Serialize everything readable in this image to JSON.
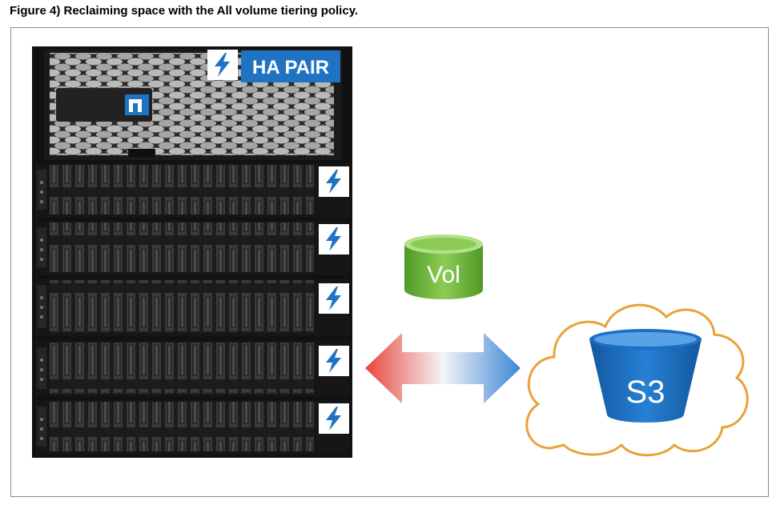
{
  "caption": "Figure 4) Reclaiming space with the All volume tiering policy.",
  "controller": {
    "label": "HA PAIR"
  },
  "shelves": [
    {
      "id": "shelf-1"
    },
    {
      "id": "shelf-2"
    },
    {
      "id": "shelf-3"
    },
    {
      "id": "shelf-4"
    },
    {
      "id": "shelf-5"
    }
  ],
  "volume": {
    "label": "Vol"
  },
  "bucket": {
    "label": "S3"
  },
  "colors": {
    "flash_blue": "#1f73c2",
    "vol_green": "#6dbb3c",
    "arrow_red": "#e8453c",
    "arrow_blue": "#3d86d6",
    "cloud_outline": "#e8a23a",
    "bucket_blue": "#1c6fc4"
  },
  "icons": [
    "flash-icon",
    "netapp-logo-icon",
    "cloud-icon",
    "bucket-icon",
    "cylinder-icon",
    "double-arrow-icon"
  ]
}
